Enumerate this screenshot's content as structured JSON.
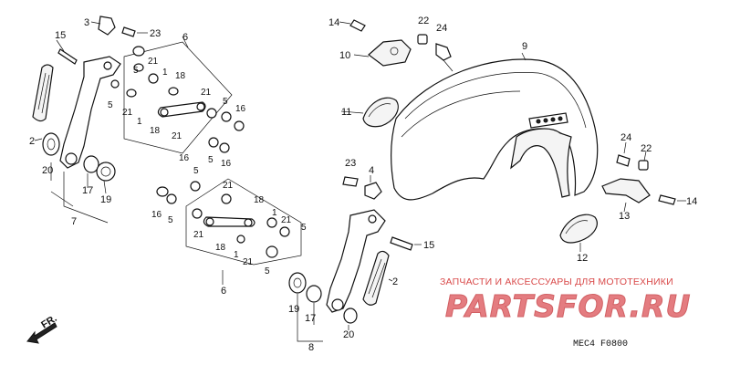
{
  "diagram": {
    "code": "MEC4 F0800",
    "direction_label": "FR.",
    "watermark_text": "ЗАПЧАСТИ И АКСЕССУАРЫ ДЛЯ МОТОТЕХНИКИ",
    "watermark_logo": "PARTSFOR.RU"
  },
  "callouts": [
    {
      "id": "c-3",
      "label": "3"
    },
    {
      "id": "c-23a",
      "label": "23"
    },
    {
      "id": "c-15a",
      "label": "15"
    },
    {
      "id": "c-6a",
      "label": "6"
    },
    {
      "id": "c-5a",
      "label": "5"
    },
    {
      "id": "c-21a",
      "label": "21"
    },
    {
      "id": "c-1a",
      "label": "1"
    },
    {
      "id": "c-18a",
      "label": "18"
    },
    {
      "id": "c-5b",
      "label": "5"
    },
    {
      "id": "c-21b",
      "label": "21"
    },
    {
      "id": "c-5c",
      "label": "5"
    },
    {
      "id": "c-16a",
      "label": "16"
    },
    {
      "id": "c-18b",
      "label": "18"
    },
    {
      "id": "c-21c",
      "label": "21"
    },
    {
      "id": "c-21d",
      "label": "21"
    },
    {
      "id": "c-1b",
      "label": "1"
    },
    {
      "id": "c-5d",
      "label": "5"
    },
    {
      "id": "c-16b",
      "label": "16"
    },
    {
      "id": "c-2a",
      "label": "2"
    },
    {
      "id": "c-20a",
      "label": "20"
    },
    {
      "id": "c-17a",
      "label": "17"
    },
    {
      "id": "c-19a",
      "label": "19"
    },
    {
      "id": "c-7",
      "label": "7"
    },
    {
      "id": "c-16c",
      "label": "16"
    },
    {
      "id": "c-5e",
      "label": "5"
    },
    {
      "id": "c-21e",
      "label": "21"
    },
    {
      "id": "c-18c",
      "label": "18"
    },
    {
      "id": "c-1c",
      "label": "1"
    },
    {
      "id": "c-21f",
      "label": "21"
    },
    {
      "id": "c-5f",
      "label": "5"
    },
    {
      "id": "c-16d",
      "label": "16"
    },
    {
      "id": "c-5g",
      "label": "5"
    },
    {
      "id": "c-21g",
      "label": "21"
    },
    {
      "id": "c-18d",
      "label": "18"
    },
    {
      "id": "c-1d",
      "label": "1"
    },
    {
      "id": "c-21h",
      "label": "21"
    },
    {
      "id": "c-5h",
      "label": "5"
    },
    {
      "id": "c-6b",
      "label": "6"
    },
    {
      "id": "c-15b",
      "label": "15"
    },
    {
      "id": "c-2b",
      "label": "2"
    },
    {
      "id": "c-19b",
      "label": "19"
    },
    {
      "id": "c-17b",
      "label": "17"
    },
    {
      "id": "c-20b",
      "label": "20"
    },
    {
      "id": "c-8",
      "label": "8"
    },
    {
      "id": "c-14a",
      "label": "14"
    },
    {
      "id": "c-10",
      "label": "10"
    },
    {
      "id": "c-22a",
      "label": "22"
    },
    {
      "id": "c-24a",
      "label": "24"
    },
    {
      "id": "c-9",
      "label": "9"
    },
    {
      "id": "c-11",
      "label": "11"
    },
    {
      "id": "c-23b",
      "label": "23"
    },
    {
      "id": "c-4",
      "label": "4"
    },
    {
      "id": "c-24b",
      "label": "24"
    },
    {
      "id": "c-22b",
      "label": "22"
    },
    {
      "id": "c-13",
      "label": "13"
    },
    {
      "id": "c-14b",
      "label": "14"
    },
    {
      "id": "c-12",
      "label": "12"
    }
  ]
}
